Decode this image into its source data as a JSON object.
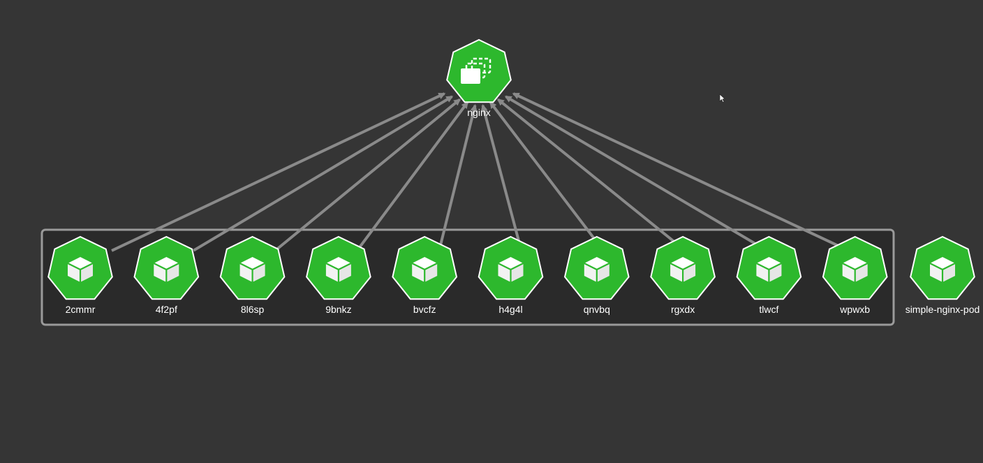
{
  "colors": {
    "background": "#353535",
    "node_fill": "#2db82d",
    "node_stroke": "#ffffff",
    "edge": "#8a8a8a",
    "group_border": "#9a9a9a",
    "group_fill": "#2a2a2a",
    "label": "#ffffff"
  },
  "deployment": {
    "label": "nginx",
    "icon": "deployment-icon"
  },
  "pods": [
    {
      "label": "2cmmr",
      "icon": "pod-cube-icon",
      "grouped": true
    },
    {
      "label": "4f2pf",
      "icon": "pod-cube-icon",
      "grouped": true
    },
    {
      "label": "8l6sp",
      "icon": "pod-cube-icon",
      "grouped": true
    },
    {
      "label": "9bnkz",
      "icon": "pod-cube-icon",
      "grouped": true
    },
    {
      "label": "bvcfz",
      "icon": "pod-cube-icon",
      "grouped": true
    },
    {
      "label": "h4g4l",
      "icon": "pod-cube-icon",
      "grouped": true
    },
    {
      "label": "qnvbq",
      "icon": "pod-cube-icon",
      "grouped": true
    },
    {
      "label": "rgxdx",
      "icon": "pod-cube-icon",
      "grouped": true
    },
    {
      "label": "tlwcf",
      "icon": "pod-cube-icon",
      "grouped": true
    },
    {
      "label": "wpwxb",
      "icon": "pod-cube-icon",
      "grouped": true
    },
    {
      "label": "simple-nginx-pod",
      "icon": "pod-cube-icon",
      "grouped": false
    }
  ],
  "edges": [
    {
      "from": "2cmmr",
      "to": "nginx"
    },
    {
      "from": "4f2pf",
      "to": "nginx"
    },
    {
      "from": "8l6sp",
      "to": "nginx"
    },
    {
      "from": "9bnkz",
      "to": "nginx"
    },
    {
      "from": "bvcfz",
      "to": "nginx"
    },
    {
      "from": "h4g4l",
      "to": "nginx"
    },
    {
      "from": "qnvbq",
      "to": "nginx"
    },
    {
      "from": "rgxdx",
      "to": "nginx"
    },
    {
      "from": "tlwcf",
      "to": "nginx"
    },
    {
      "from": "wpwxb",
      "to": "nginx"
    }
  ]
}
